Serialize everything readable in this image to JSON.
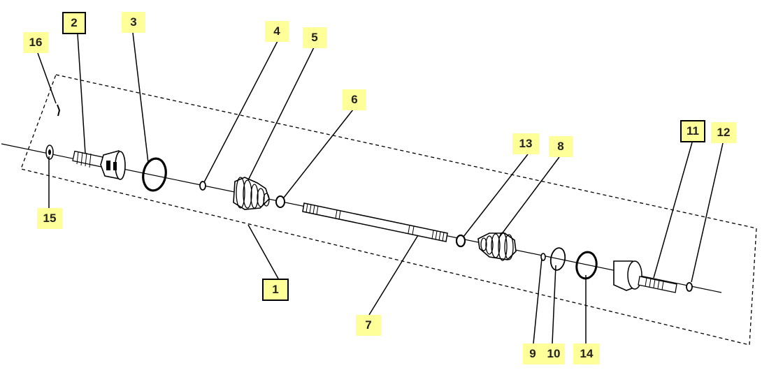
{
  "diagram": {
    "colors": {
      "callout_fill": "#ffff99",
      "callout_text": "#222222",
      "line": "#000000"
    },
    "callouts": [
      {
        "id": "c1",
        "label": "1",
        "boxed": true
      },
      {
        "id": "c2",
        "label": "2",
        "boxed": true
      },
      {
        "id": "c3",
        "label": "3",
        "boxed": false
      },
      {
        "id": "c4",
        "label": "4",
        "boxed": false
      },
      {
        "id": "c5",
        "label": "5",
        "boxed": false
      },
      {
        "id": "c6",
        "label": "6",
        "boxed": false
      },
      {
        "id": "c7",
        "label": "7",
        "boxed": false
      },
      {
        "id": "c8",
        "label": "8",
        "boxed": false
      },
      {
        "id": "c9",
        "label": "9",
        "boxed": false
      },
      {
        "id": "c10",
        "label": "10",
        "boxed": false
      },
      {
        "id": "c11",
        "label": "11",
        "boxed": true
      },
      {
        "id": "c12",
        "label": "12",
        "boxed": false
      },
      {
        "id": "c13",
        "label": "13",
        "boxed": false
      },
      {
        "id": "c14",
        "label": "14",
        "boxed": false
      },
      {
        "id": "c15",
        "label": "15",
        "boxed": false
      },
      {
        "id": "c16",
        "label": "16",
        "boxed": false
      }
    ]
  }
}
